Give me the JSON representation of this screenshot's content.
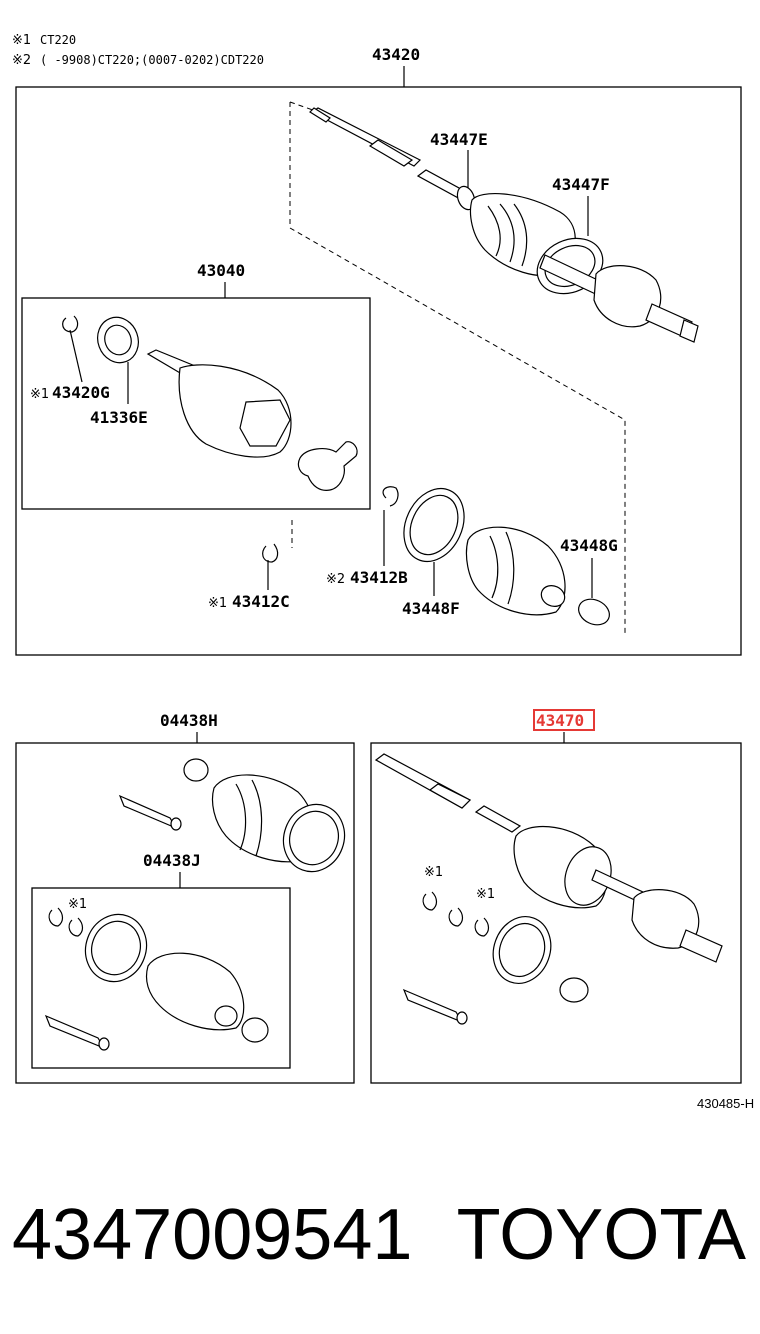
{
  "notes": {
    "note1_mark": "※1",
    "note1_text": "CT220",
    "note2_mark": "※2",
    "note2_text": "(      -9908)CT220;(0007-0202)CDT220"
  },
  "labels": {
    "assy_43420": "43420",
    "p43447E": "43447E",
    "p43447F": "43447F",
    "p43040": "43040",
    "p43420G": "43420G",
    "p41336E": "41336E",
    "p43412B": "43412B",
    "p43448G": "43448G",
    "p43412C": "43412C",
    "p43448F": "43448F",
    "p04438H": "04438H",
    "p04438J": "04438J",
    "p43470": "43470"
  },
  "marks": {
    "m1": "※1",
    "m2": "※2"
  },
  "highlight": {
    "part": "43470",
    "color": "#e53935"
  },
  "ref_code": "430485-H",
  "footer": {
    "part_number": "4347009541",
    "brand": "TOYOTA"
  }
}
